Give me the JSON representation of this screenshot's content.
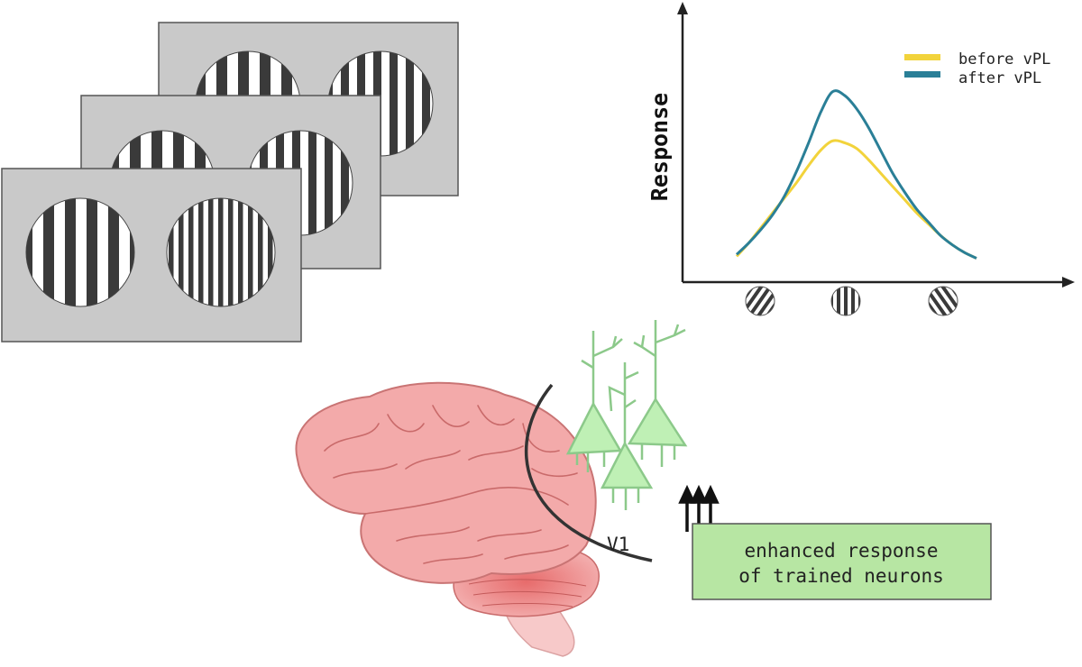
{
  "chart_data": {
    "type": "line",
    "title": "",
    "xlabel": "",
    "ylabel": "Response",
    "x_tick_icons": [
      "oriented-grating-left",
      "vertical-grating",
      "oriented-grating-right"
    ],
    "legend_position": "top-right",
    "grid": false,
    "xlim": [
      0,
      1
    ],
    "ylim": [
      0,
      1
    ],
    "x": [
      0.0,
      0.05,
      0.1,
      0.15,
      0.2,
      0.25,
      0.3,
      0.35,
      0.4,
      0.45,
      0.5,
      0.55,
      0.6,
      0.65,
      0.7,
      0.75,
      0.8,
      0.85,
      0.9,
      0.95,
      1.0
    ],
    "series": [
      {
        "name": "before vPL",
        "color": "#f2d33b",
        "values": [
          0.06,
          0.13,
          0.21,
          0.29,
          0.37,
          0.45,
          0.54,
          0.62,
          0.67,
          0.66,
          0.63,
          0.57,
          0.5,
          0.43,
          0.36,
          0.29,
          0.23,
          0.17,
          0.12,
          0.08,
          0.05
        ]
      },
      {
        "name": "after vPL",
        "color": "#2a7f97",
        "values": [
          0.07,
          0.13,
          0.2,
          0.28,
          0.38,
          0.51,
          0.66,
          0.82,
          0.93,
          0.91,
          0.84,
          0.74,
          0.62,
          0.5,
          0.4,
          0.31,
          0.24,
          0.17,
          0.12,
          0.08,
          0.05
        ]
      }
    ]
  },
  "diagram": {
    "region_label": "V1",
    "box_text": [
      "enhanced response",
      "of trained neurons"
    ],
    "colors": {
      "panel": "#c9c9c9",
      "neuron": "#bff0b5",
      "neuron_stroke": "#8cc98a",
      "box_fill": "#b7e6a3",
      "brain": "#f3aaaa",
      "brain_stroke": "#c97474"
    }
  }
}
